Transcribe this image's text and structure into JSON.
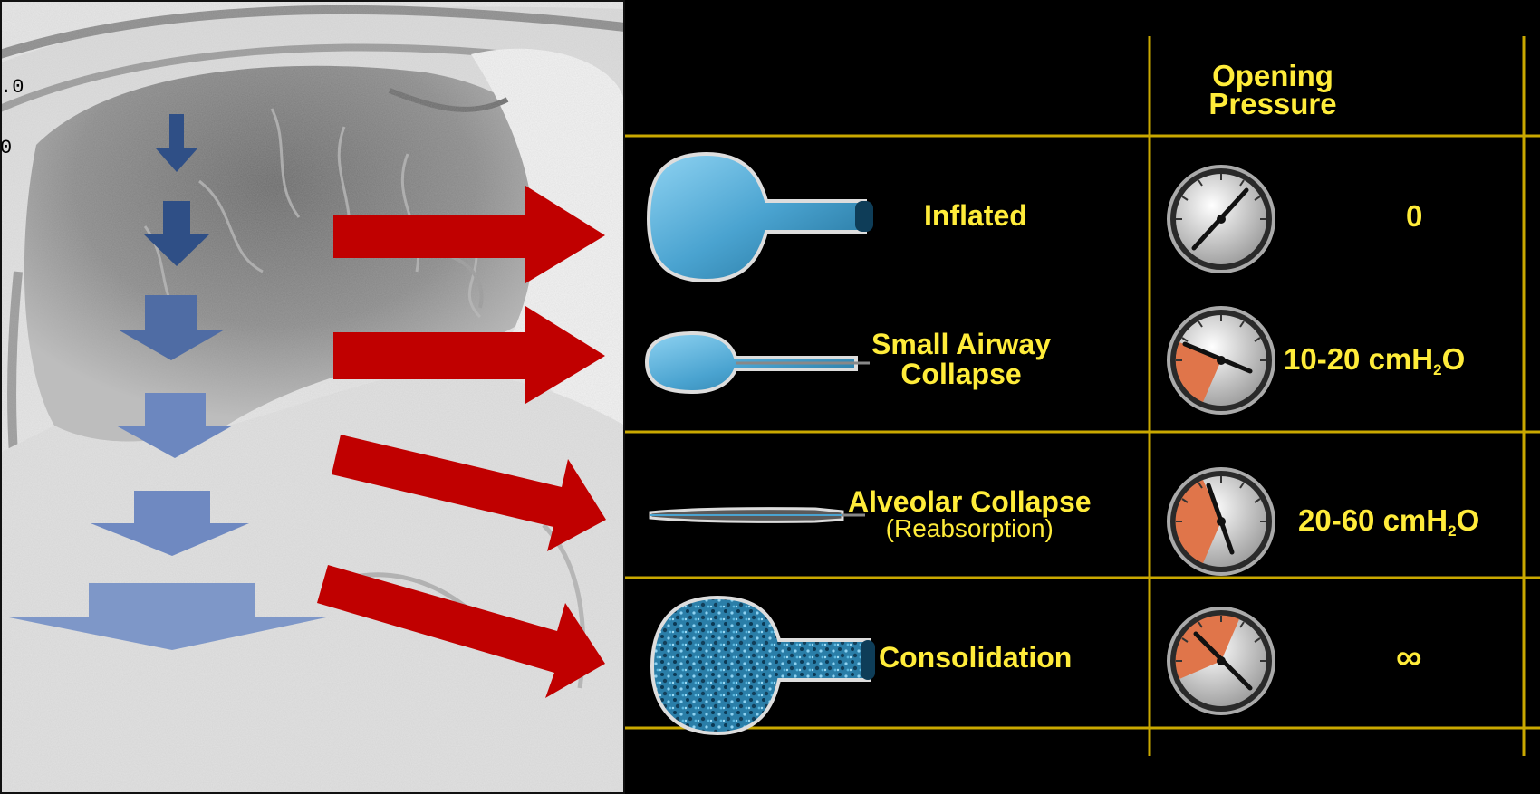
{
  "ct_panel": {
    "overlay_labels": [
      ".0",
      "0"
    ]
  },
  "chart": {
    "header": "Opening\nPressure",
    "rows": [
      {
        "label": "Inflated",
        "sublabel": "",
        "pressure": "0",
        "pressure_unit": ""
      },
      {
        "label": "Small Airway\nCollapse",
        "sublabel": "",
        "pressure": "10-20 cmH",
        "pressure_unit": "O"
      },
      {
        "label": "Alveolar Collapse",
        "sublabel": "(Reabsorption)",
        "pressure": "20-60 cmH",
        "pressure_unit": "O"
      },
      {
        "label": "Consolidation",
        "sublabel": "",
        "pressure": "∞",
        "pressure_unit": ""
      }
    ],
    "subscript": "2"
  },
  "colors": {
    "background": "#000000",
    "text": "#ffec3a",
    "grid": "#c9a800",
    "arrow_red": "#c00000",
    "arrow_blue_dark": "#2f4f86",
    "arrow_blue_light": "#7e97c8",
    "alveolus_blue": "#4aa3d0",
    "gauge_orange": "#e0754a"
  },
  "icons": {
    "gauge": "pressure-gauge-icon",
    "alveolus": "alveolus-icon",
    "arrow": "arrow-icon"
  }
}
